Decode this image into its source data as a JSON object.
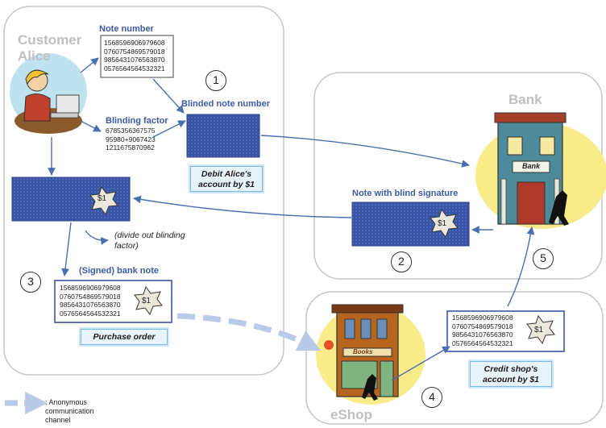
{
  "panels": {
    "customer_title_line1": "Customer",
    "customer_title_line2": "Alice",
    "bank_title": "Bank",
    "eshop_title": "eShop"
  },
  "labels": {
    "note_number": "Note number",
    "blinding_factor": "Blinding factor",
    "blinded_note_number": "Blinded note number",
    "note_with_blind_signature": "Note with blind signature",
    "signed_bank_note": "(Signed) bank note",
    "divide_out_line1": "(divide out blinding",
    "divide_out_line2": "factor)"
  },
  "note_number_values": [
    "1568596906979608",
    "0760754869579018",
    "9856431076563870",
    "0576564564532321"
  ],
  "blinding_factor_values": [
    "6785356367575",
    "95980+9067423",
    "1211675870962"
  ],
  "signed_note_values": [
    "1568596906979608",
    "0760754869579018",
    "9856431076563870",
    "0576564564532321"
  ],
  "eshop_note_values": [
    "1568596906979608",
    "0760754869579018",
    "9856431076563870",
    "0576564564532321"
  ],
  "star_value": "$1",
  "callouts": {
    "debit_line1": "Debit Alice's",
    "debit_line2": "account by $1",
    "purchase_order": "Purchase order",
    "credit_line1": "Credit shop's",
    "credit_line2": "account by $1"
  },
  "steps": [
    "1",
    "2",
    "3",
    "4",
    "5"
  ],
  "legend": {
    "line1": ": Anonymous",
    "line2": "communication",
    "line3": "channel"
  },
  "store_signs": {
    "bank_sign": "Bank",
    "shop_sign": "Books"
  },
  "colors": {
    "arrow": "#4a6fb0",
    "note_fill": "#3a55a8",
    "panel_border": "#c6c6c6",
    "anonymous_channel": "#b9c9e8",
    "callout_border": "#7ab8e8"
  }
}
